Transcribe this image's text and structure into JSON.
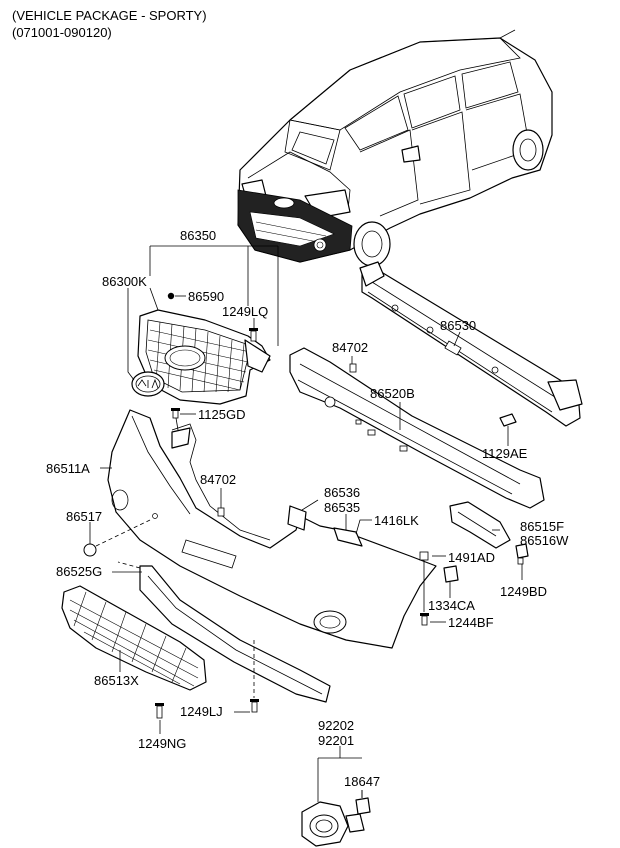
{
  "header": {
    "line1": "(VEHICLE PACKAGE - SPORTY)",
    "line2": "(071001-090120)"
  },
  "labels": {
    "p86350": "86350",
    "p86300K": "86300K",
    "p86590": "86590",
    "p1249LQ": "1249LQ",
    "p86530": "86530",
    "p84702_top": "84702",
    "p86520B": "86520B",
    "p1125GD": "1125GD",
    "p1129AE": "1129AE",
    "p86511A": "86511A",
    "p84702_mid": "84702",
    "p86536": "86536",
    "p86535": "86535",
    "p1416LK": "1416LK",
    "p86517": "86517",
    "p86515F": "86515F",
    "p86516W": "86516W",
    "p1491AD": "1491AD",
    "p86525G": "86525G",
    "p1249BD": "1249BD",
    "p1334CA": "1334CA",
    "p1244BF": "1244BF",
    "p86513X": "86513X",
    "p1249LJ": "1249LJ",
    "p1249NG": "1249NG",
    "p92202": "92202",
    "p92201": "92201",
    "p18647": "18647"
  }
}
